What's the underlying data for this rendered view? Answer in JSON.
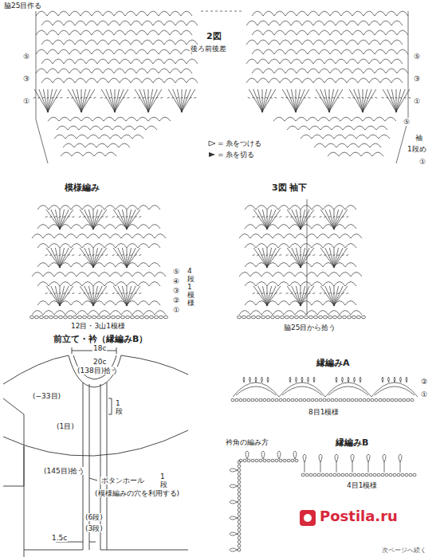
{
  "diagram": {
    "labels": [
      "脇25目作る",
      "2図",
      "後ろ前後差",
      "⑤",
      "③",
      "①",
      "⑤",
      "③",
      "①",
      "⑤",
      "袖",
      "1段め",
      "①",
      "模様編み",
      "⑤",
      "④",
      "③",
      "②",
      "①",
      "4段1模様",
      "12目・3山1模様",
      "3図 袖下",
      "脇25目から拾う",
      "前立て・衿（縁編みB）",
      "18c",
      "20c",
      "(138目)拾う",
      "(−33目)",
      "(1目)",
      "1段",
      "(145目)拾う",
      "ボタンホール",
      "1段",
      "(模様編みの穴を利用する)",
      "(6段)",
      "(3段)",
      "1.5c",
      "縁編みA",
      "②",
      "①",
      "8目1模様",
      "衿角の編み方",
      "縁編みB",
      "4目1模様",
      "Postila.ru",
      "次ページへ続く"
    ],
    "legend": [
      {
        "text": "= 糸をつける"
      },
      {
        "text": "= 糸を切る"
      }
    ]
  }
}
